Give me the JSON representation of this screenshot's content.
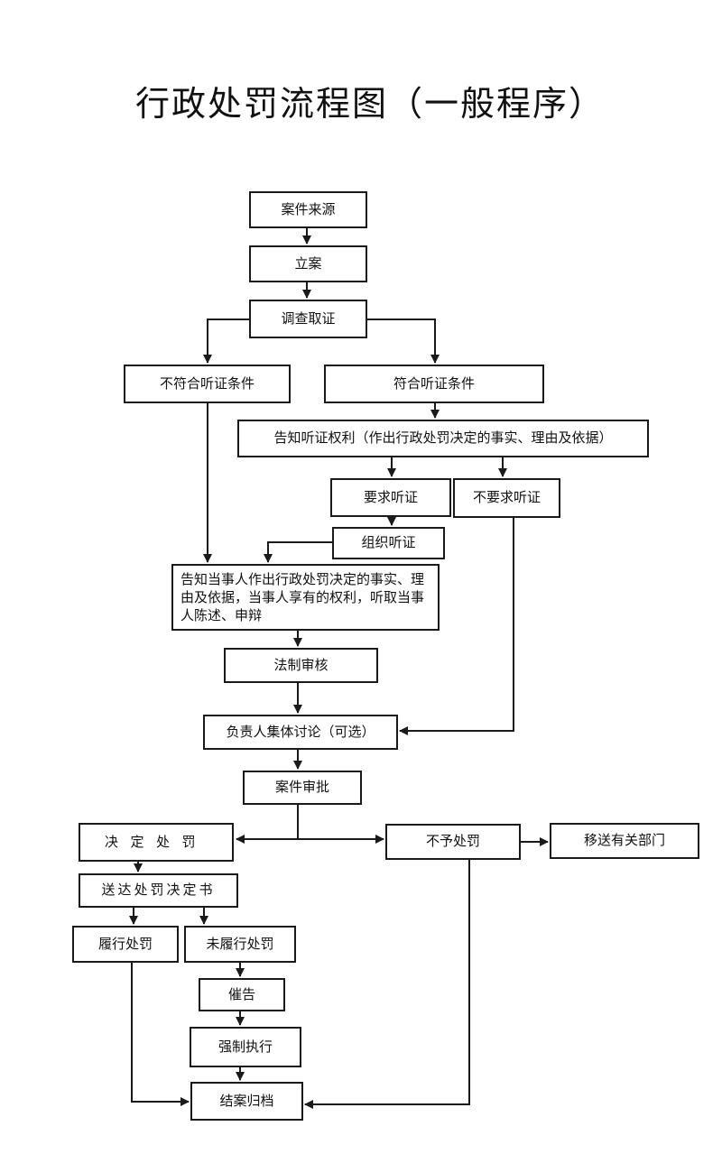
{
  "title": "行政处罚流程图（一般程序）",
  "nodes": {
    "source": "案件来源",
    "register": "立案",
    "investigate": "调查取证",
    "no_hearing_cond": "不符合听证条件",
    "hearing_cond": "符合听证条件",
    "notify_hearing_right": "告知听证权利（作出行政处罚决定的事实、理由及依据）",
    "request_hearing": "要求听证",
    "no_request_hearing": "不要求听证",
    "organize_hearing": "组织听证",
    "notify_party": "告知当事人作出行政处罚决定的事实、理由及依据，当事人享有的权利，听取当事人陈述、申辩",
    "legal_review": "法制审核",
    "collective_discussion": "负责人集体讨论（可选）",
    "case_approval": "案件审批",
    "decide_penalty": "决定处罚",
    "no_penalty": "不予处罚",
    "transfer": "移送有关部门",
    "deliver_decision": "送达处罚决定书",
    "fulfilled": "履行处罚",
    "unfulfilled": "未履行处罚",
    "urge": "催告",
    "enforce": "强制执行",
    "archive": "结案归档"
  }
}
